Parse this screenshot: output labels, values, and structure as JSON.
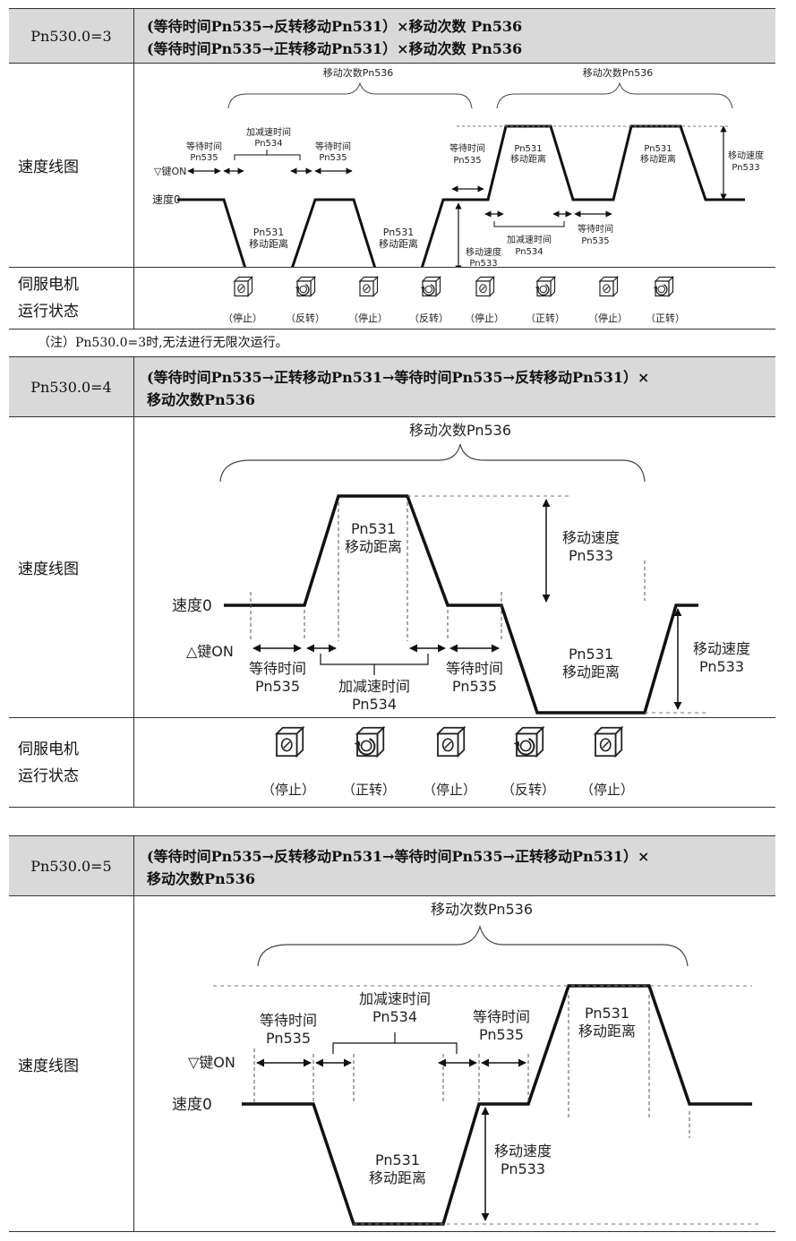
{
  "section3": {
    "mode": "Pn530.0=3",
    "formula_line1": "(等待时间Pn535→反转移动Pn531）×移动次数 Pn536",
    "formula_line2": "(等待时间Pn535→正转移动Pn531）×移动次数 Pn536",
    "speed_label": "速度线图",
    "motor_label_line1": "伺服电机",
    "motor_label_line2": "运行状态",
    "diagram": {
      "count_left": "移动次数Pn536",
      "count_right": "移动次数Pn536",
      "accel": "加减速时间",
      "accel_param": "Pn534",
      "wait": "等待时间",
      "wait_param": "Pn535",
      "key": "▽键ON",
      "speed0": "速度0",
      "dist_param": "Pn531",
      "dist": "移动距离",
      "speed": "移动速度",
      "speed_param": "Pn533"
    },
    "states": [
      "（停止）",
      "（反转）",
      "（停止）",
      "（反转）",
      "（停止）",
      "（正转）",
      "（停止）",
      "（正转）"
    ]
  },
  "note": "（注）Pn530.0=3时,无法进行无限次运行。",
  "section4": {
    "mode": "Pn530.0=4",
    "formula_line1": "(等待时间Pn535→正转移动Pn531→等待时间Pn535→反转移动Pn531）×",
    "formula_line2": "移动次数Pn536",
    "speed_label": "速度线图",
    "motor_label_line1": "伺服电机",
    "motor_label_line2": "运行状态",
    "diagram": {
      "count": "移动次数Pn536",
      "key": "△键ON",
      "speed0": "速度0",
      "wait": "等待时间",
      "wait_param": "Pn535",
      "accel": "加减速时间",
      "accel_param": "Pn534",
      "dist_param": "Pn531",
      "dist": "移动距离",
      "speed": "移动速度",
      "speed_param": "Pn533"
    },
    "states": [
      "（停止）",
      "（正转）",
      "（停止）",
      "（反转）",
      "（停止）"
    ]
  },
  "section5": {
    "mode": "Pn530.0=5",
    "formula_line1": "(等待时间Pn535→反转移动Pn531→等待时间Pn535→正转移动Pn531）×",
    "formula_line2": "移动次数Pn536",
    "speed_label": "速度线图",
    "diagram": {
      "count": "移动次数Pn536",
      "accel": "加减速时间",
      "accel_param": "Pn534",
      "wait": "等待时间",
      "wait_param": "Pn535",
      "key": "▽键ON",
      "speed0": "速度0",
      "dist_param": "Pn531",
      "dist": "移动距离",
      "speed": "移动速度",
      "speed_param": "Pn533"
    }
  }
}
